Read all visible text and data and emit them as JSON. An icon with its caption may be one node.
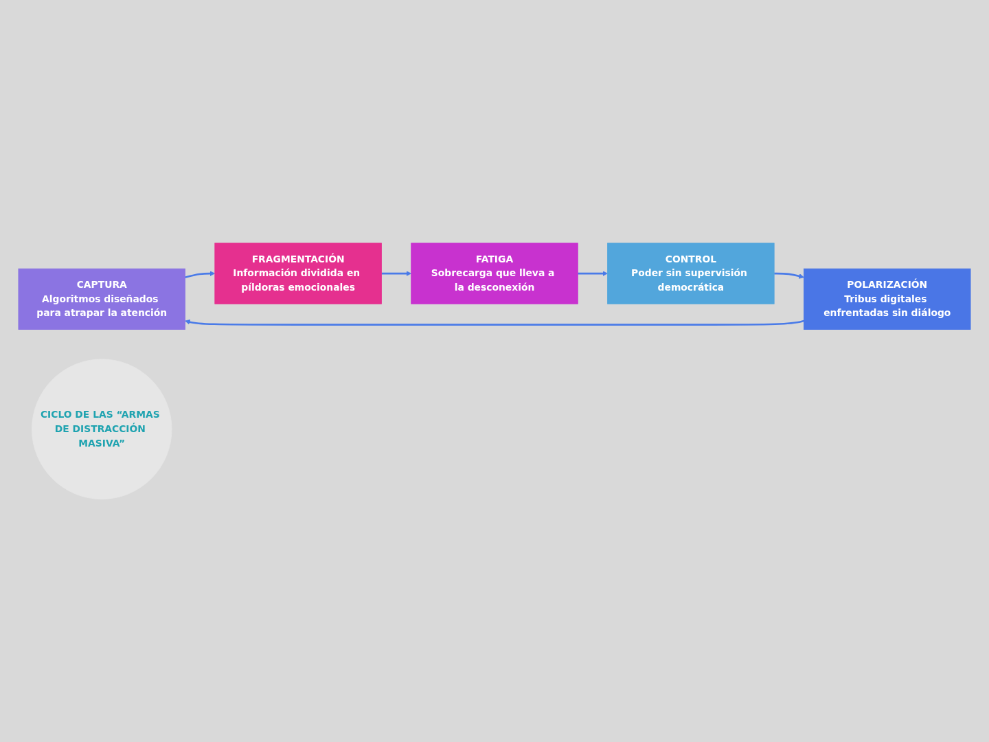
{
  "diagram": {
    "nodes": [
      {
        "text": [
          "CAPTURA",
          "Algoritmos diseñados para atrapar la atención"
        ]
      },
      {
        "text": [
          "FRAGMENTACIÓN",
          "Información dividida en píldoras emocionales"
        ]
      },
      {
        "text": [
          "FATIGA",
          "Sobrecarga que lleva a la desconexión"
        ]
      },
      {
        "text": [
          "CONTROL",
          "Poder sin supervisión democrática"
        ]
      },
      {
        "text": [
          "POLARIZACIÓN",
          "Tribus digitales enfrentadas sin diálogo"
        ]
      },
      {
        "text": [
          "CICLO DE LAS “ARMAS DE DISTRACCIÓN MASIVA”"
        ]
      }
    ],
    "edges": [
      {
        "from": 0,
        "to": 1,
        "arrow": "to"
      },
      {
        "from": 1,
        "to": 2,
        "arrow": "to"
      },
      {
        "from": 2,
        "to": 3,
        "arrow": "to"
      },
      {
        "from": 3,
        "to": 4,
        "arrow": "to"
      },
      {
        "from": 4,
        "to": 0,
        "arrow": "to"
      }
    ]
  }
}
